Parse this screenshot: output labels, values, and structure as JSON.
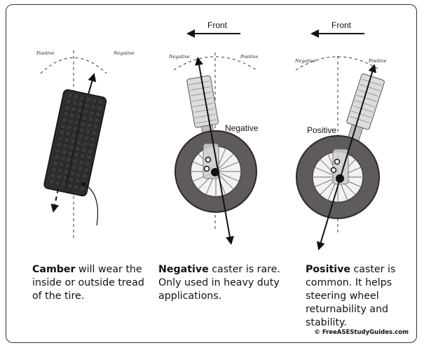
{
  "panels": {
    "camber": {
      "arc_left_label": "Positive",
      "arc_right_label": "Negative",
      "caption_bold": "Camber",
      "caption_rest": " will wear the inside or outside tread of the tire."
    },
    "negative": {
      "front_label": "Front",
      "arc_left_label": "Negative",
      "arc_right_label": "Positive",
      "caster_label": "Negative",
      "caption_bold": "Negative",
      "caption_rest": " caster is rare. Only used in heavy duty applications."
    },
    "positive": {
      "front_label": "Front",
      "arc_left_label": "Negative",
      "arc_right_label": "Positive",
      "caster_label": "Positive",
      "caption_bold": "Positive",
      "caption_rest": " caster is common. It helps steering wheel returnability and stability."
    }
  },
  "copyright": "© FreeASEStudyGuides.com",
  "colors": {
    "tire_dark": "#3a3a3a",
    "tire_grey": "#5f5a5b",
    "strut_light": "#dcdcdc",
    "ink": "#111111"
  }
}
